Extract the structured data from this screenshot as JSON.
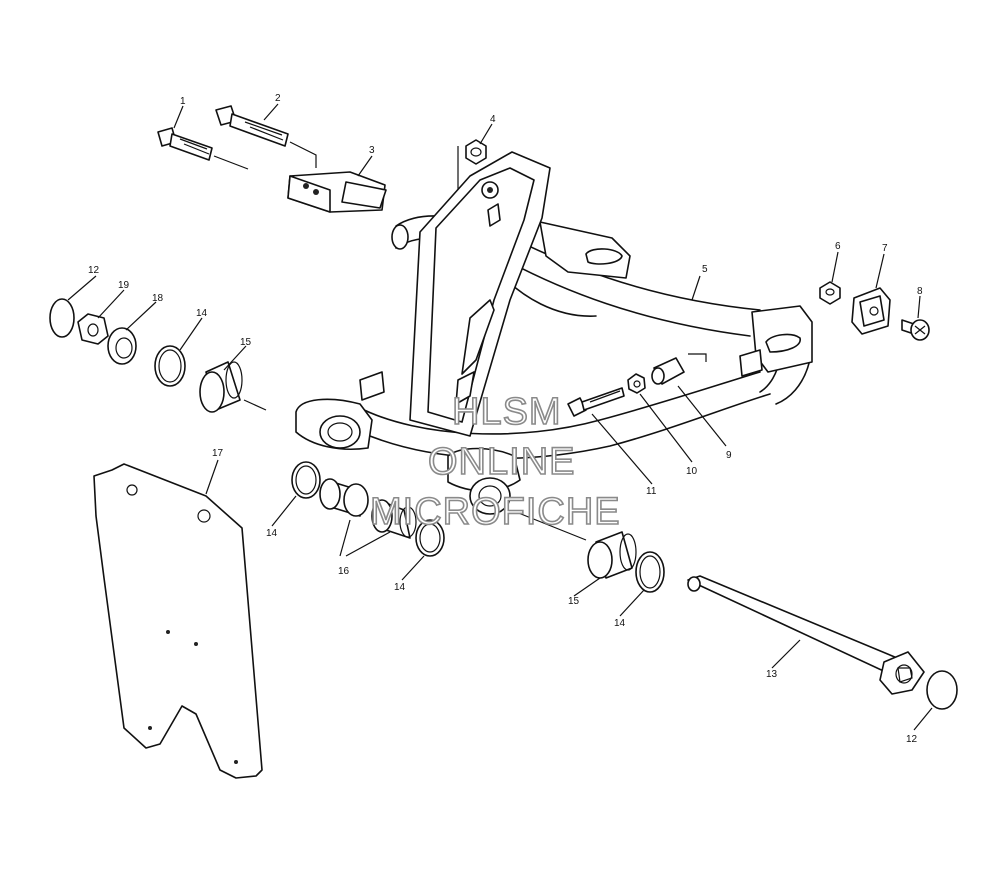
{
  "callouts": [
    {
      "id": "c1",
      "text": "1"
    },
    {
      "id": "c2",
      "text": "2"
    },
    {
      "id": "c3",
      "text": "3"
    },
    {
      "id": "c4",
      "text": "4"
    },
    {
      "id": "c5",
      "text": "5"
    },
    {
      "id": "c6",
      "text": "6"
    },
    {
      "id": "c7",
      "text": "7"
    },
    {
      "id": "c8",
      "text": "8"
    },
    {
      "id": "c9",
      "text": "9"
    },
    {
      "id": "c10",
      "text": "10"
    },
    {
      "id": "c11",
      "text": "11"
    },
    {
      "id": "c12a",
      "text": "12"
    },
    {
      "id": "c12b",
      "text": "12"
    },
    {
      "id": "c13",
      "text": "13"
    },
    {
      "id": "c14a",
      "text": "14"
    },
    {
      "id": "c14b",
      "text": "14"
    },
    {
      "id": "c14c",
      "text": "14"
    },
    {
      "id": "c14d",
      "text": "14"
    },
    {
      "id": "c15a",
      "text": "15"
    },
    {
      "id": "c15b",
      "text": "15"
    },
    {
      "id": "c16",
      "text": "16"
    },
    {
      "id": "c17",
      "text": "17"
    },
    {
      "id": "c18",
      "text": "18"
    },
    {
      "id": "c19",
      "text": "19"
    }
  ],
  "watermark": {
    "line1": "HLSM",
    "line2": "ONLINE",
    "line3": "MICROFICHE",
    "color": "#8a8a8a"
  }
}
